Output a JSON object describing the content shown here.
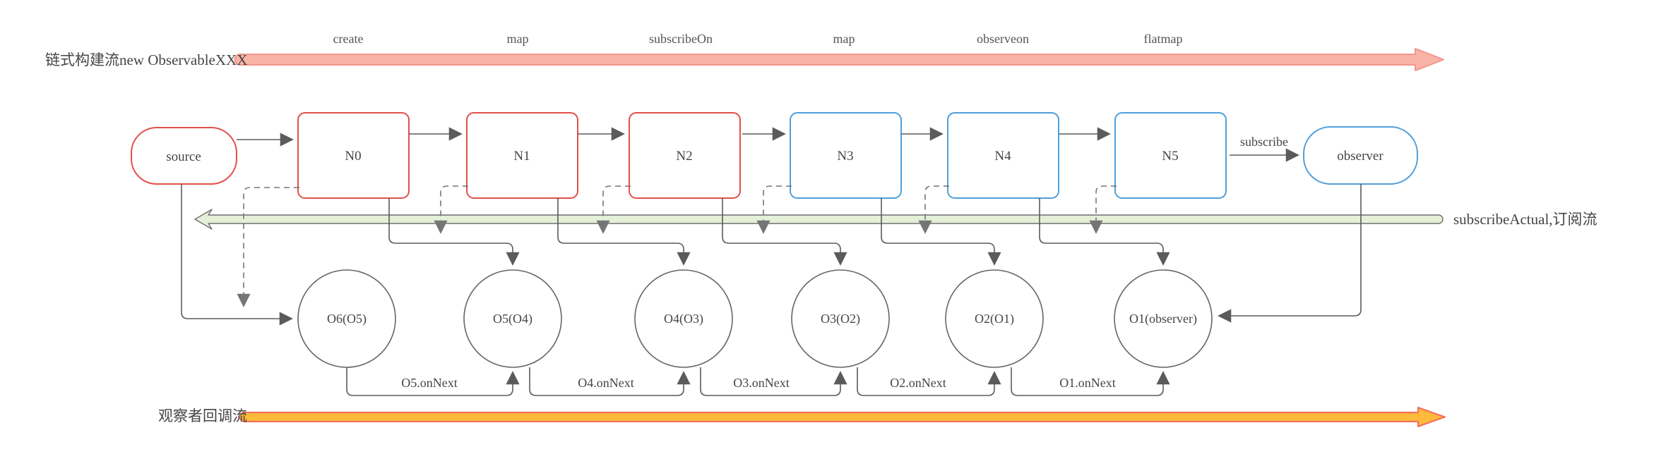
{
  "titles": {
    "build_flow": "链式构建流new ObservableXXX",
    "subscribe_flow": "subscribeActual,订阅流",
    "callback_flow": "观察者回调流"
  },
  "build_flow_labels": [
    "create",
    "map",
    "subscribeOn",
    "map",
    "observeon",
    "flatmap"
  ],
  "source_label": "source",
  "observer_label": "observer",
  "subscribe_label": "subscribe",
  "nodes": [
    "N0",
    "N1",
    "N2",
    "N3",
    "N4",
    "N5"
  ],
  "observers": [
    "O6(O5)",
    "O5(O4)",
    "O4(O3)",
    "O3(O2)",
    "O2(O1)",
    "O1(observer)"
  ],
  "onnext_labels": [
    "O5.onNext",
    "O4.onNext",
    "O3.onNext",
    "O2.onNext",
    "O1.onNext"
  ],
  "colors": {
    "observable_red": "#e0504a",
    "observable_blue": "#4f9fd9",
    "build_flow_fill": "#f9b3a7",
    "build_flow_stroke": "#f0968c",
    "subscribe_flow_fill": "#e4f0d7",
    "subscribe_flow_stroke": "#707070",
    "callback_flow_fill": "#ffb93b",
    "callback_flow_stroke": "#f26d5f",
    "connector": "#5b5b5b",
    "dashed_connector": "#757575",
    "text": "#454545"
  }
}
